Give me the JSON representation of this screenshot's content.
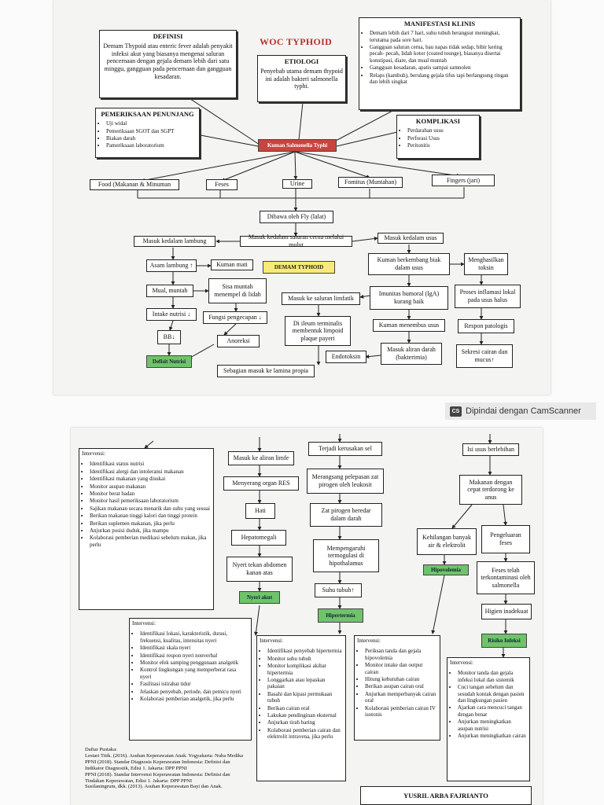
{
  "page1": {
    "title": "WOC TYPHOID",
    "definisi": {
      "title": "DEFINISI",
      "text": "Demam Thypoid atau enteric fever adalah penyakit infeksi akut yang biasanya mengenai saluran pencernaan dengan gejala demam lebih dari satu minggu, gangguan pada pencernaan dan gangguan kesadaran."
    },
    "etiologi": {
      "title": "ETIOLOGI",
      "text": "Penyebab utama demam thypoid ini adalah bakteri salmonella typhi."
    },
    "manifestasi": {
      "title": "MANIFESTASI KLINIS",
      "items": [
        "Demam lebih dari 7 hari, suhu tubuh berangsur meningkat, terutama pada sore hari.",
        "Gangguan saluran cerna, bau napas tidak sedap, bibir kering pecah- pecah, lidah kotor (coated tounge), biasanya disertai konstipasi, diare, dan mual muntah",
        "Gangguan kesadaran, apatis sampai samnolen",
        "Relaps (kambuh), berulang gejala tifus tapi berlangsung ringan dan lebih singkat"
      ]
    },
    "penunjang": {
      "title": "PEMERIKSAAN PENUNJANG",
      "items": [
        "Uji widal",
        "Pemeriksaan SGOT dan SGPT",
        "Biakan darah",
        "Pameriksaan laboratorium"
      ]
    },
    "komplikasi": {
      "title": "KOMPLIKASI",
      "items": [
        "Perdarahan usus",
        "Perforasi Usus",
        "Peritonitis"
      ]
    },
    "center": "Kuman Salmonella Typhi",
    "routes": [
      "Food (Makanan & Minuman",
      "Feses",
      "Urine",
      "Fomitus (Muntahan)",
      "Fingers (jari)"
    ],
    "fly": "Dibawa oleh Fly (lalat)",
    "saluran": "Masuk kedalam saluran cerna melalui mulut",
    "lambung": "Masuk kedalam lambung",
    "usus": "Masuk kedalam usus",
    "asam": "Asam lambung ↑",
    "kuman_mati": "Kuman mati",
    "demam": "DEMAM TYPHOID",
    "berkembang": "Kuman berkembang biak dalam usus",
    "toksin": "Menghasilkan toksin",
    "mual": "Mual, muntah",
    "sisa": "Sisa muntah menempel di lidah",
    "limfatik": "Masuk ke saluran limfatik",
    "imun": "Imunitas humoral (IgA) kurang baik",
    "inflamasi": "Proses inflamasi lokal pada usus halus",
    "intake": "Intake nutrisi ↓",
    "pengecapan": "Fungsi pengecapan ↓",
    "ileum": "Di ileum terminalis membentuk limpoid plaque payeri",
    "menembus": "Kuman menembus usus",
    "respon": "Respon patologis",
    "bb": "BB↓",
    "anoreksi": "Anoreksi",
    "endotoksin": "Endotoksin",
    "aliran_darah": "Masuk aliran darah (bakterimia)",
    "sekresi": "Sekresi cairan dan mucus↑",
    "defisit": "Defisit Nutrisi",
    "lamina": "Sebagian masuk ke lamina propia"
  },
  "scanner": {
    "logo": "CS",
    "text": "Dipindai dengan CamScanner"
  },
  "page2": {
    "limfe": "Masuk ke aliran limfe",
    "res": "Menyerang organ RES",
    "hati": "Hati",
    "hepatomegali": "Hepatomegali",
    "nyeri_tekan": "Nyeri tekan abdomen kanan atas",
    "nyeri_akut": "Nyeri akut",
    "kerusakan": "Terjadi kerusakan sel",
    "pirogen1": "Merangsang pelepasan zat pirogen oleh leukosit",
    "pirogen2": "Zat pirogen beredar dalam darah",
    "termoregulasi": "Mempengaruhi termogulasi di hipothalamus",
    "suhu": "Suhu tubuh↑",
    "hipertermia": "Hipertermia",
    "isi_usus": "Isi usus berlebihan",
    "makanan_cepat": "Makanan dengan cepat terdorong ke anus",
    "kehilangan": "Kehilangan banyak air & elektrolit",
    "pengeluaran": "Pengeluaran feses",
    "hipovolemia": "Hipovolemia",
    "feses_kontaminasi": "Feses telah terkontaminasi oleh salmonella",
    "higien": "Higien inadekuat",
    "risiko": "Risiko Infeksi",
    "int_nutrisi": {
      "title": "Intervensi:",
      "items": [
        "Identifikasi status nutrisi",
        "Identifikasi alergi dan intoleransi makanan",
        "Identifikasi makanan yang disukai",
        "Monitor asupan makanan",
        "Monitor berat badan",
        "Monitor hasil pemeriksaan laboratorium",
        "Sajikan makanan secara menarik dan suhu yang sesuai",
        "Berikan makanan tinggi kalori dan tinggi protein",
        "Berikan suplemen makanan, jika perlu",
        "Anjurkan posisi duduk, jika mampu",
        "Kolaborasi pemberian medikasi sebelum makan, jika perlu"
      ]
    },
    "int_nyeri": {
      "title": "Intervensi:",
      "items": [
        "Identifikasi lokasi, karakteristik, durasi, frekuensi, kualitas, intensitas nyeri",
        "Identifikasi skala nyeri",
        "Identifikasi respon nyeri nonverbal",
        "Monitor efek samping penggunaan analgetik",
        "Kontrol lingkungan yang memperberat rasa nyeri",
        "Fasilitasi istirahat tidur",
        "Jelaskan penyebab, periode, dan pemicu nyeri",
        "Kolaborasi pemberian analgetik, jika perlu"
      ]
    },
    "int_hipertermia": {
      "title": "Intervensi:",
      "items": [
        "Identifikasi penyebab hipertermia",
        "Monitor suhu tubuh",
        "Monitor komplikasi akibat hipertermia",
        "Longgarkan atau lepaskan pakaian",
        "Basahi dan kipasi permukaan tubuh",
        "Berikan cairan oral",
        "Lakukan pendinginan eksternal",
        "Anjurkan tirah baring",
        "Kolaborasi pemberian cairan dan elektrolit intravena, jika perlu"
      ]
    },
    "int_hipovolemia": {
      "title": "Intervensi:",
      "items": [
        "Periksan tanda dan gejala hipovolemia",
        "Monitor intake dan output cairan",
        "Hitung kebutuhan cairan",
        "Berikan asupan cairan oral",
        "Anjurkan memperbanyak cairan oral",
        "Kolaborasi pemberian cairan IV isotonis"
      ]
    },
    "int_infeksi": {
      "title": "Intervensi:",
      "items": [
        "Monitor tanda dan gejala infeksi lokal dan sistemik",
        "Cuci tangan sebelum dan sesudah kontak dengan pasien dan lingkungan pasien",
        "Ajarkan cara mencuci tangan dengan benar",
        "Anjurkan meningkatkan asupan nutrisi",
        "Anjurkan meningkatkan cairan"
      ]
    },
    "pustaka": {
      "title": "Daftar Pustaka:",
      "items": [
        "Lestari Titik. (2016). Asuhan Keperawatan Anak. Yogyakarta: Nuha Medika",
        "PPNI (2018). Standar Diagnosis Keperawatan Indonesia: Definisi dan Indikator Diagnostik, Edisi 1. Jakarta: DPP PPNI",
        "PPNI (2018). Standar Intervensi Keperawatan Indonesia: Definisi dan Tindakan Keperawatan, Edisi 1. Jakarta: DPP PPNI",
        "Susilaningrum, dkk. (2013). Asuhan Keperawatan Bayi dan Anak."
      ]
    },
    "author": "YUSRIL ARBA FAJRIANTO"
  }
}
